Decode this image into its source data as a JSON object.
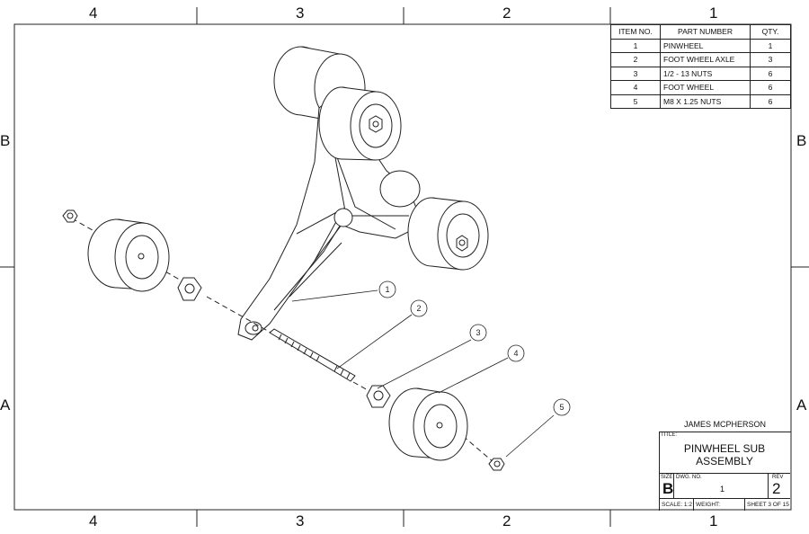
{
  "zones": {
    "top": [
      "4",
      "3",
      "2",
      "1"
    ],
    "bottom": [
      "4",
      "3",
      "2",
      "1"
    ],
    "left": [
      "B",
      "A"
    ],
    "right": [
      "B",
      "A"
    ]
  },
  "bom": {
    "headers": [
      "ITEM NO.",
      "PART NUMBER",
      "QTY."
    ],
    "rows": [
      {
        "item": "1",
        "part": "PINWHEEL",
        "qty": "1"
      },
      {
        "item": "2",
        "part": "FOOT WHEEL AXLE",
        "qty": "3"
      },
      {
        "item": "3",
        "part": "1/2 - 13 NUTS",
        "qty": "6"
      },
      {
        "item": "4",
        "part": "FOOT WHEEL",
        "qty": "6"
      },
      {
        "item": "5",
        "part": "M8 X 1.25 NUTS",
        "qty": "6"
      }
    ]
  },
  "balloons": [
    "1",
    "2",
    "3",
    "4",
    "5"
  ],
  "title_block": {
    "author": "JAMES MCPHERSON",
    "title_label": "TITLE:",
    "title": "PINWHEEL SUB ASSEMBLY",
    "size_label": "SIZE",
    "size": "B",
    "dwg_label": "DWG.  NO.",
    "dwg_no": "1",
    "rev_label": "REV",
    "rev": "2",
    "scale": "SCALE: 1:2",
    "weight": "WEIGHT:",
    "sheet": "SHEET 3 OF 15"
  }
}
